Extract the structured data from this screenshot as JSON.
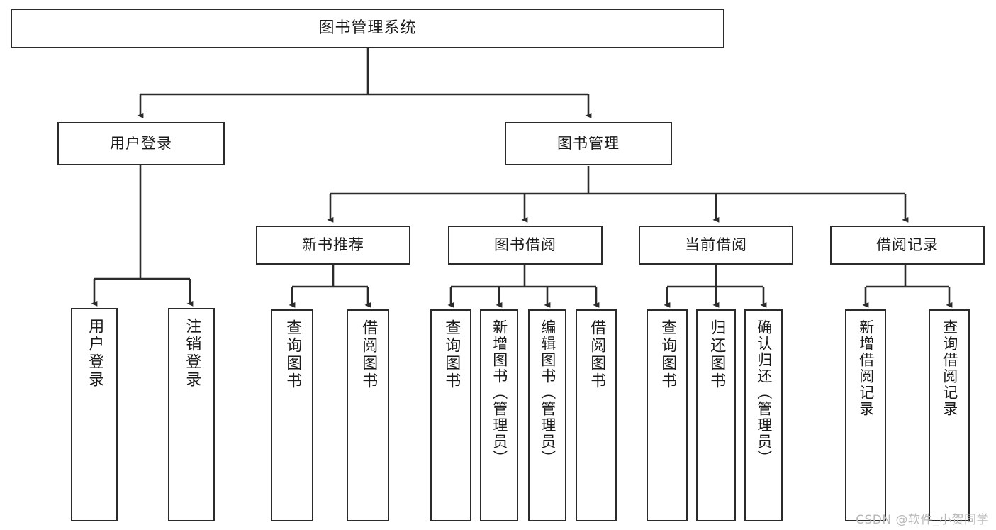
{
  "diagram": {
    "title": "图书管理系统",
    "type": "tree-flowchart",
    "stroke_color": "#2b2b2b",
    "fill_color": "#ffffff",
    "text_color": "#1a1a1a"
  },
  "watermark": {
    "text": "CSDN @软件_小贺同学",
    "color": "#b9b9b9"
  },
  "nodes": {
    "root": {
      "label": "图书管理系统"
    },
    "level2": [
      {
        "label": "用户登录"
      },
      {
        "label": "图书管理"
      }
    ],
    "level3": [
      {
        "label": "新书推荐"
      },
      {
        "label": "图书借阅"
      },
      {
        "label": "当前借阅"
      },
      {
        "label": "借阅记录"
      }
    ],
    "leaves": {
      "user_login": [
        {
          "label": "用户登录"
        },
        {
          "label": "注销登录"
        }
      ],
      "new_book_recommend": [
        {
          "label": "查询图书"
        },
        {
          "label": "借阅图书"
        }
      ],
      "book_borrow": [
        {
          "label": "查询图书"
        },
        {
          "label": "新增图书（管理员）"
        },
        {
          "label": "编辑图书（管理员）"
        },
        {
          "label": "借阅图书"
        }
      ],
      "current_borrow": [
        {
          "label": "查询图书"
        },
        {
          "label": "归还图书"
        },
        {
          "label": "确认归还（管理员）"
        }
      ],
      "borrow_records": [
        {
          "label": "新增借阅记录"
        },
        {
          "label": "查询借阅记录"
        }
      ]
    }
  },
  "chart_data": {
    "type": "tree",
    "title": "图书管理系统",
    "root": "图书管理系统",
    "edges": [
      [
        "图书管理系统",
        "用户登录"
      ],
      [
        "图书管理系统",
        "图书管理"
      ],
      [
        "用户登录",
        "用户登录"
      ],
      [
        "用户登录",
        "注销登录"
      ],
      [
        "图书管理",
        "新书推荐"
      ],
      [
        "图书管理",
        "图书借阅"
      ],
      [
        "图书管理",
        "当前借阅"
      ],
      [
        "图书管理",
        "借阅记录"
      ],
      [
        "新书推荐",
        "查询图书"
      ],
      [
        "新书推荐",
        "借阅图书"
      ],
      [
        "图书借阅",
        "查询图书"
      ],
      [
        "图书借阅",
        "新增图书（管理员）"
      ],
      [
        "图书借阅",
        "编辑图书（管理员）"
      ],
      [
        "图书借阅",
        "借阅图书"
      ],
      [
        "当前借阅",
        "查询图书"
      ],
      [
        "当前借阅",
        "归还图书"
      ],
      [
        "当前借阅",
        "确认归还（管理员）"
      ],
      [
        "借阅记录",
        "新增借阅记录"
      ],
      [
        "借阅记录",
        "查询借阅记录"
      ]
    ],
    "levels": 4,
    "node_count": 20
  }
}
